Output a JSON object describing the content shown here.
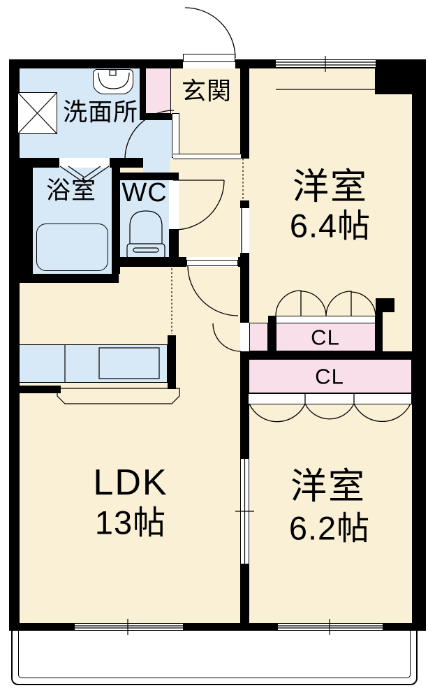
{
  "colors": {
    "room_cream": "#FAF0D5",
    "wet_blue": "#D7E9F7",
    "closet_pink": "#F8DFE9",
    "wall_black": "#000000",
    "line_black": "#000000",
    "balcony_white": "#FFFFFF"
  },
  "rooms": {
    "entrance": {
      "label": "玄関"
    },
    "washroom": {
      "label": "洗面所"
    },
    "bathroom": {
      "label": "浴室"
    },
    "wc": {
      "label": "WC"
    },
    "bedroom1": {
      "label": "洋室",
      "size": "6.4帖"
    },
    "bedroom2": {
      "label": "洋室",
      "size": "6.2帖"
    },
    "ldk": {
      "label": "LDK",
      "size": "13帖"
    },
    "closet_upper": {
      "label": "CL"
    },
    "closet_lower": {
      "label": "CL"
    }
  }
}
